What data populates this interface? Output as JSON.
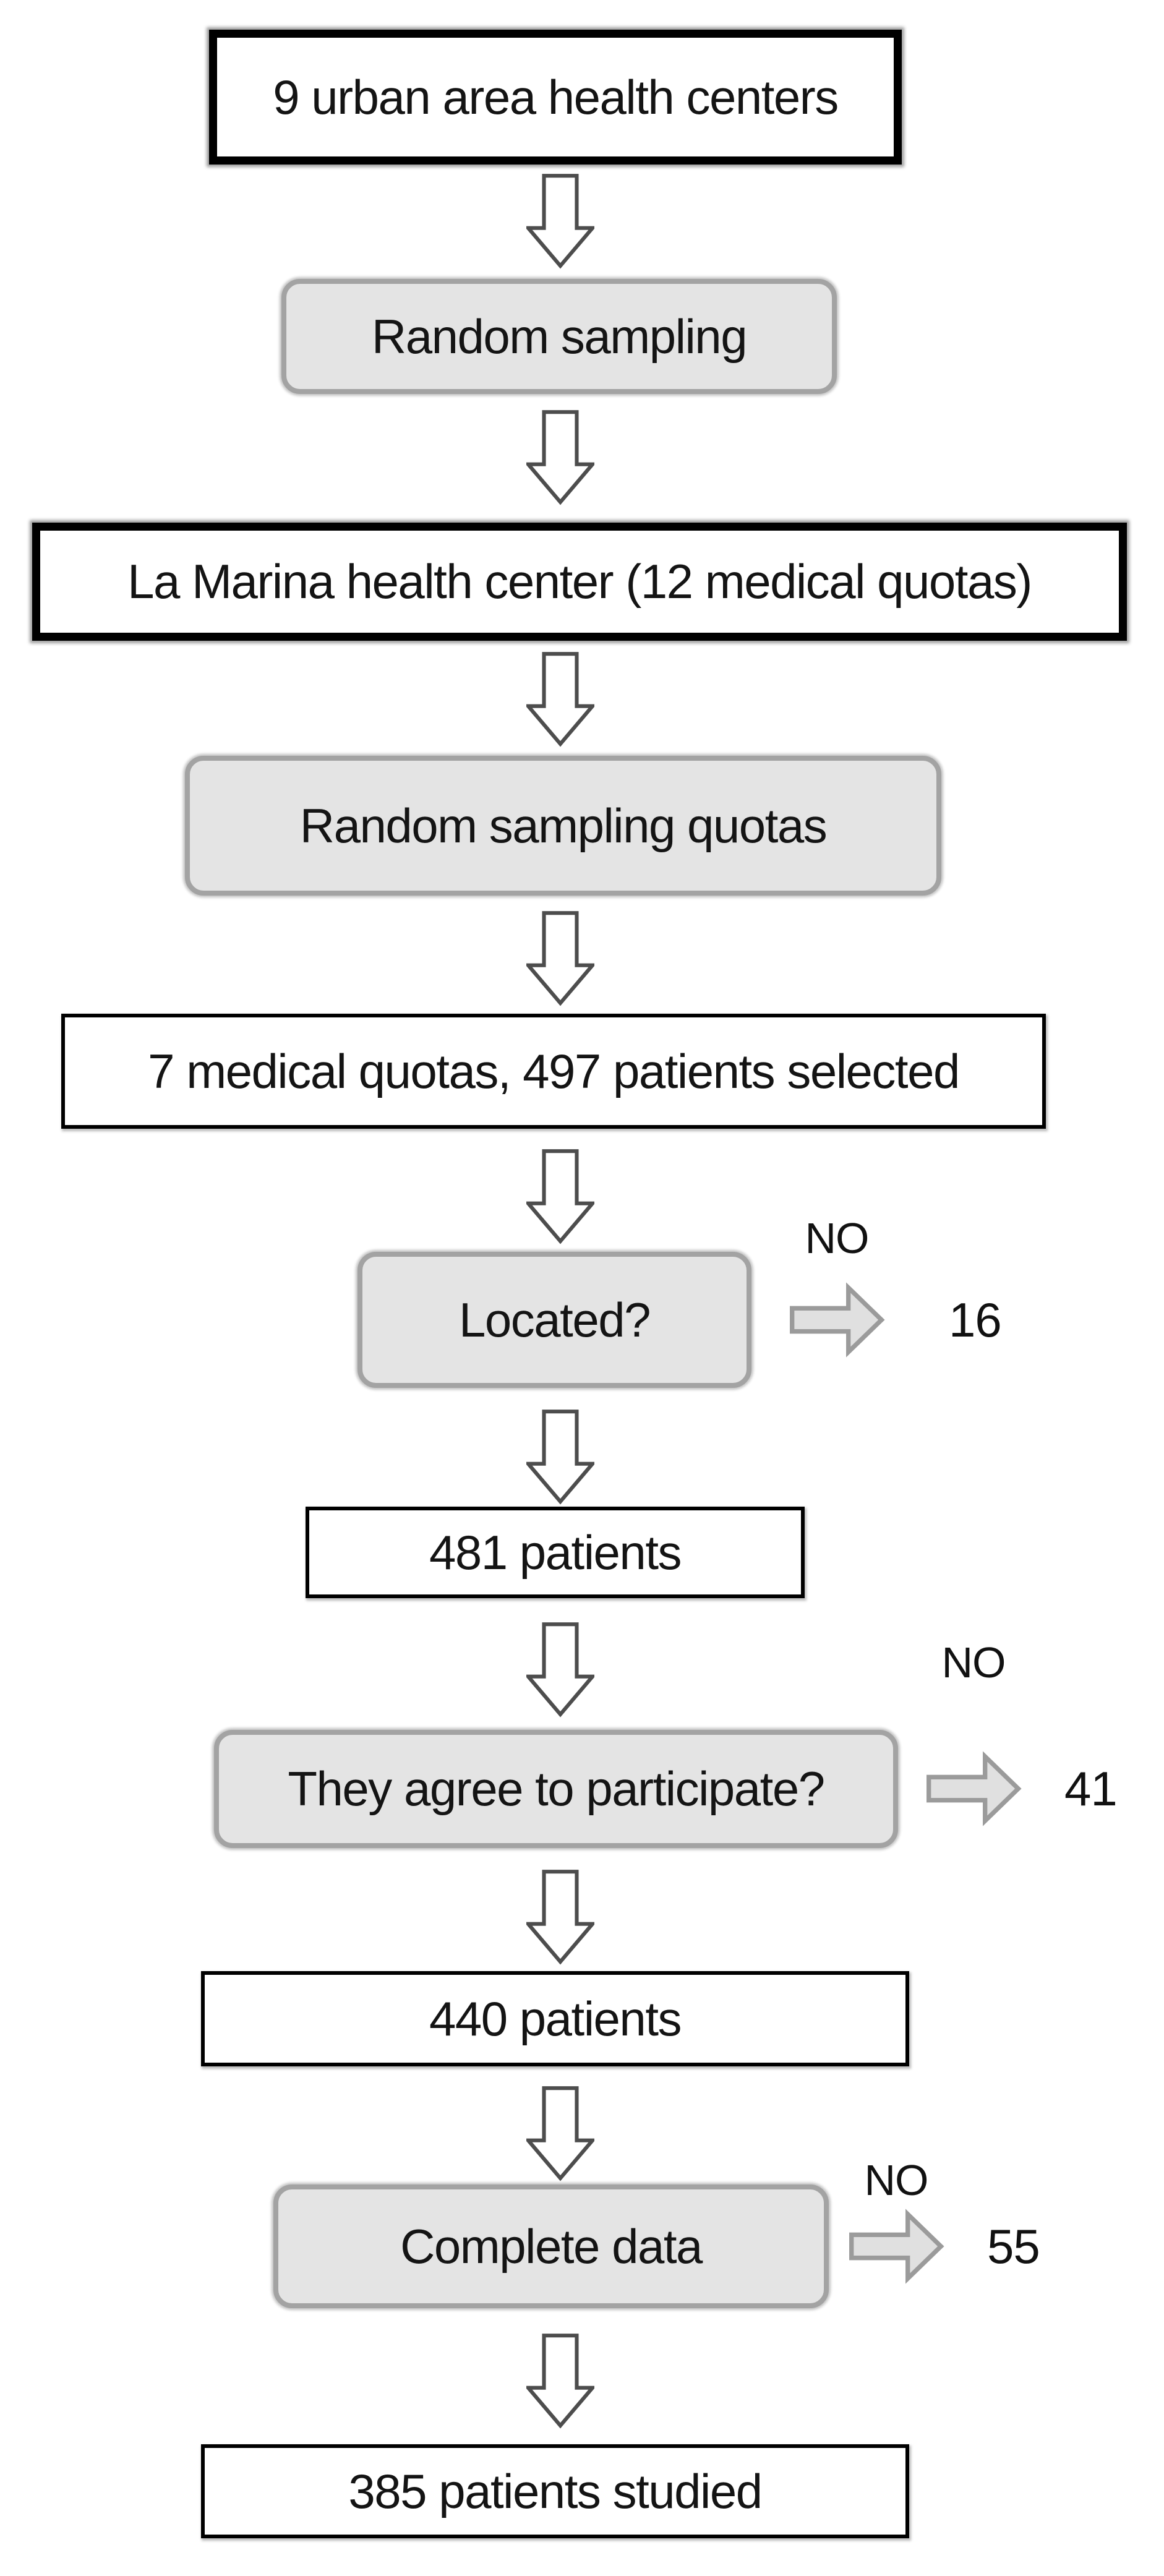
{
  "diagram": {
    "type": "flowchart",
    "direction": "top-down",
    "nodes": [
      {
        "key": "urban_centers",
        "label": "9 urban area health centers",
        "shape": "rect-bold"
      },
      {
        "key": "random_sampling",
        "label": "Random sampling",
        "shape": "rounded-gray"
      },
      {
        "key": "la_marina",
        "label": "La Marina health center (12 medical quotas)",
        "shape": "rect-bold"
      },
      {
        "key": "random_sampling_quotas",
        "label": "Random sampling quotas",
        "shape": "rounded-gray"
      },
      {
        "key": "quotas_patients",
        "label": "7 medical quotas, 497 patients selected",
        "shape": "rect"
      },
      {
        "key": "located",
        "label": "Located?",
        "shape": "rounded-gray",
        "no_branch": {
          "label": "NO",
          "count": "16"
        }
      },
      {
        "key": "patients_481",
        "label": "481 patients",
        "shape": "rect"
      },
      {
        "key": "agree_participate",
        "label": "They agree to participate?",
        "shape": "rounded-gray",
        "no_branch": {
          "label": "NO",
          "count": "41"
        }
      },
      {
        "key": "patients_440",
        "label": "440 patients",
        "shape": "rect"
      },
      {
        "key": "complete_data",
        "label": "Complete data",
        "shape": "rounded-gray",
        "no_branch": {
          "label": "NO",
          "count": "55"
        }
      },
      {
        "key": "patients_385",
        "label": "385 patients studied",
        "shape": "rect"
      }
    ],
    "colors": {
      "white_node_fill": "#ffffff",
      "gray_node_fill": "#e4e4e4",
      "bold_border": "#000000",
      "gray_border": "#a3a3a3",
      "down_arrow_outline": "#4d4d4d",
      "down_arrow_fill": "#ffffff",
      "side_arrow_outline": "#9b9b9b",
      "side_arrow_fill": "#e0e0e0",
      "text": "#141414"
    }
  }
}
